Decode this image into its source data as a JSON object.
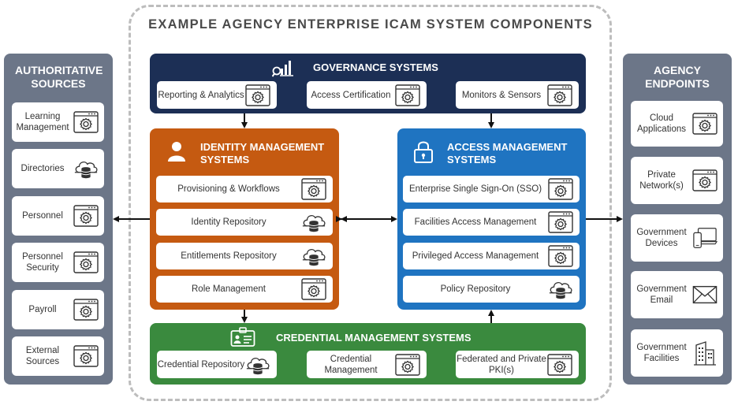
{
  "title": "EXAMPLE AGENCY ENTERPRISE ICAM SYSTEM COMPONENTS",
  "authoritative": {
    "title": "AUTHORITATIVE SOURCES",
    "items": [
      {
        "label": "Learning Management",
        "icon": "gear-window-icon"
      },
      {
        "label": "Directories",
        "icon": "cloud-database-icon"
      },
      {
        "label": "Personnel",
        "icon": "gear-window-icon"
      },
      {
        "label": "Personnel Security",
        "icon": "gear-window-icon"
      },
      {
        "label": "Payroll",
        "icon": "gear-window-icon"
      },
      {
        "label": "External Sources",
        "icon": "gear-window-icon"
      }
    ]
  },
  "endpoints": {
    "title": "AGENCY ENDPOINTS",
    "items": [
      {
        "label": "Cloud Applications",
        "icon": "gear-window-icon"
      },
      {
        "label": "Private Network(s)",
        "icon": "gear-window-icon"
      },
      {
        "label": "Government Devices",
        "icon": "devices-icon"
      },
      {
        "label": "Government Email",
        "icon": "envelope-icon"
      },
      {
        "label": "Government Facilities",
        "icon": "building-icon"
      }
    ]
  },
  "governance": {
    "title": "GOVERNANCE SYSTEMS",
    "items": [
      {
        "label": "Reporting & Analytics",
        "icon": "gear-window-icon"
      },
      {
        "label": "Access Certification",
        "icon": "gear-window-icon"
      },
      {
        "label": "Monitors & Sensors",
        "icon": "gear-window-icon"
      }
    ]
  },
  "identity": {
    "title": "IDENTITY MANAGEMENT SYSTEMS",
    "items": [
      {
        "label": "Provisioning & Workflows",
        "icon": "gear-window-icon"
      },
      {
        "label": "Identity Repository",
        "icon": "cloud-database-icon"
      },
      {
        "label": "Entitlements Repository",
        "icon": "cloud-database-icon"
      },
      {
        "label": "Role Management",
        "icon": "gear-window-icon"
      }
    ]
  },
  "access": {
    "title": "ACCESS MANAGEMENT SYSTEMS",
    "items": [
      {
        "label": "Enterprise Single Sign-On (SSO)",
        "icon": "gear-window-icon"
      },
      {
        "label": "Facilities Access Management",
        "icon": "gear-window-icon"
      },
      {
        "label": "Privileged Access Management",
        "icon": "gear-window-icon"
      },
      {
        "label": "Policy Repository",
        "icon": "cloud-database-icon"
      }
    ]
  },
  "credential": {
    "title": "CREDENTIAL MANAGEMENT SYSTEMS",
    "items": [
      {
        "label": "Credential Repository",
        "icon": "cloud-database-icon"
      },
      {
        "label": "Credential Management",
        "icon": "gear-window-icon"
      },
      {
        "label": "Federated and Private PKI(s)",
        "icon": "gear-window-icon"
      }
    ]
  },
  "colors": {
    "governance": "#1c2f55",
    "identity": "#c55a11",
    "access": "#1f74c1",
    "credential": "#3a8a3e",
    "side": "#6c7688",
    "frame": "#bdbdbd"
  }
}
